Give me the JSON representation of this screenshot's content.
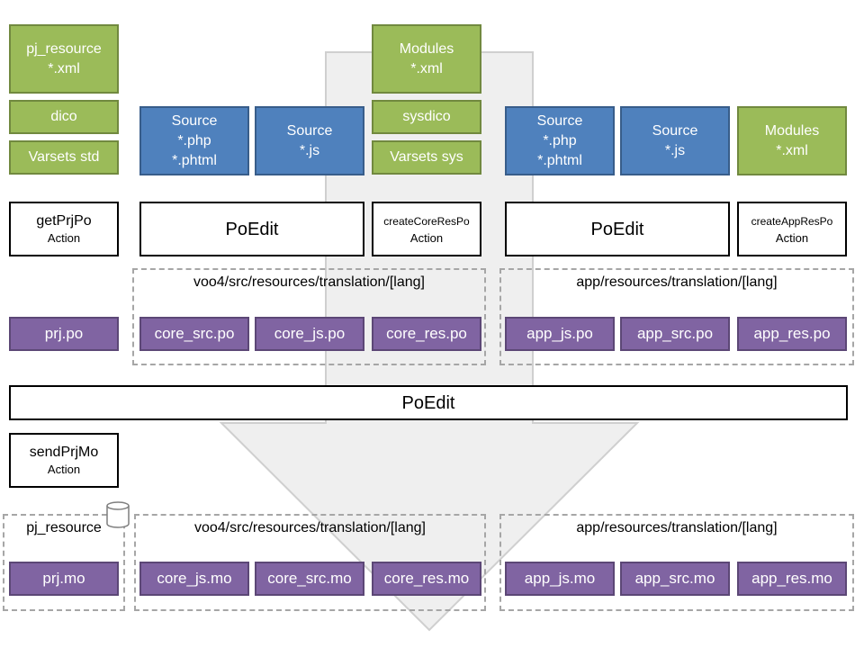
{
  "colors": {
    "green": "#9bbb59",
    "blue": "#4f81bd",
    "purple": "#8064a2",
    "arrow": "#efefef"
  },
  "top_row": {
    "pj_resource": {
      "line1": "pj_resource",
      "line2": "*.xml"
    },
    "dico": "dico",
    "varsets_std": "Varsets std",
    "core_source_php": {
      "line1": "Source",
      "line2": "*.php",
      "line3": "*.phtml"
    },
    "core_source_js": {
      "line1": "Source",
      "line2": "*.js"
    },
    "core_modules": {
      "line1": "Modules",
      "line2": "*.xml"
    },
    "sysdico": "sysdico",
    "varsets_sys": "Varsets sys",
    "app_source_php": {
      "line1": "Source",
      "line2": "*.php",
      "line3": "*.phtml"
    },
    "app_source_js": {
      "line1": "Source",
      "line2": "*.js"
    },
    "app_modules": {
      "line1": "Modules",
      "line2": "*.xml"
    }
  },
  "actions": {
    "get_prj_po": {
      "name": "getPrjPo",
      "label": "Action"
    },
    "poedit_core": "PoEdit",
    "create_core_res_po": {
      "name": "createCoreResPo",
      "label": "Action"
    },
    "poedit_app": "PoEdit",
    "create_app_res_po": {
      "name": "createAppResPo",
      "label": "Action"
    },
    "poedit_main": "PoEdit",
    "send_prj_mo": {
      "name": "sendPrjMo",
      "label": "Action"
    }
  },
  "po_row": {
    "core_folder": "voo4/src/resources/translation/[lang]",
    "app_folder": "app/resources/translation/[lang]",
    "files": [
      "prj.po",
      "core_src.po",
      "core_js.po",
      "core_res.po",
      "app_js.po",
      "app_src.po",
      "app_res.po"
    ]
  },
  "mo_row": {
    "pj_folder": "pj_resource",
    "core_folder": "voo4/src/resources/translation/[lang]",
    "app_folder": "app/resources/translation/[lang]",
    "files": [
      "prj.mo",
      "core_js.mo",
      "core_src.mo",
      "core_res.mo",
      "app_js.mo",
      "app_src.mo",
      "app_res.mo"
    ]
  }
}
